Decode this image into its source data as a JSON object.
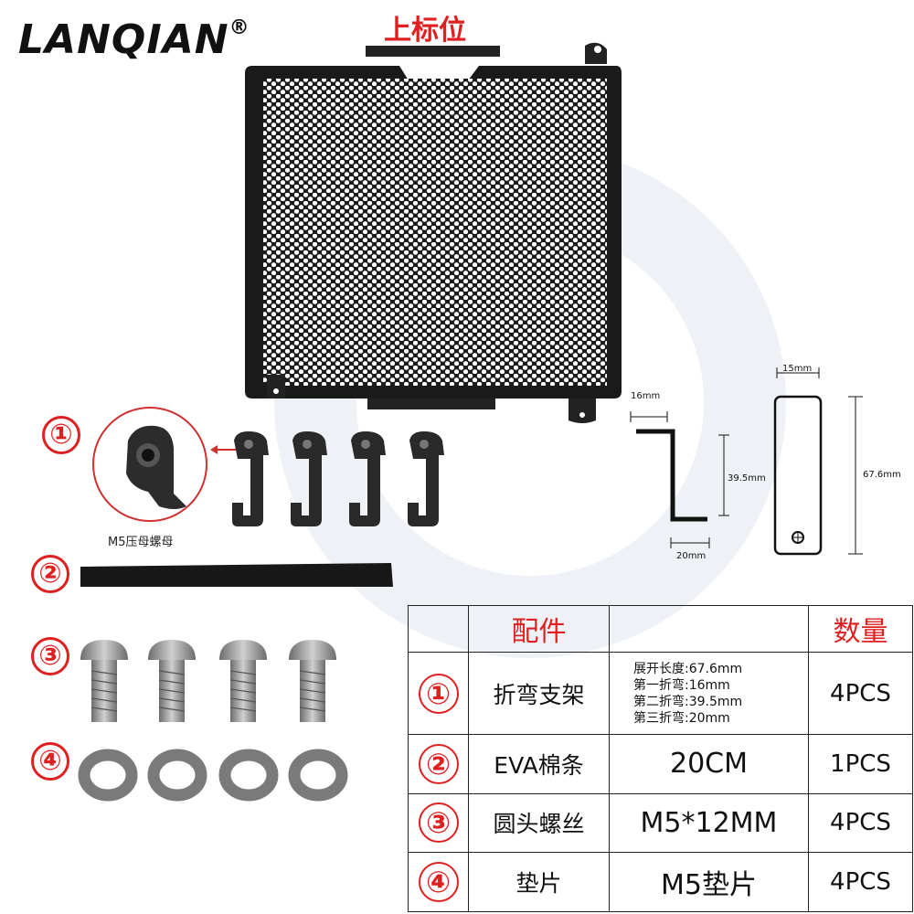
{
  "brand": {
    "name": "LANQIAN",
    "mark": "®"
  },
  "top_label": "上标位",
  "callouts": {
    "c1": "①",
    "c2": "②",
    "c3": "③",
    "c4": "④"
  },
  "nut_caption": "M5压母螺母",
  "dimensions": {
    "top_width": "15mm",
    "first_bend": "16mm",
    "second_bend": "39.5mm",
    "third_bend": "20mm",
    "length": "67.6mm"
  },
  "table": {
    "header_part": "配件",
    "header_qty": "数量",
    "rows": [
      {
        "num": "①",
        "name": "折弯支架",
        "spec_lines": [
          "展开长度:67.6mm",
          "第一折弯:16mm",
          "第二折弯:39.5mm",
          "第三折弯:20mm"
        ],
        "qty": "4PCS"
      },
      {
        "num": "②",
        "name": "EVA棉条",
        "spec": "20CM",
        "qty": "1PCS"
      },
      {
        "num": "③",
        "name": "圆头螺丝",
        "spec": "M5*12MM",
        "qty": "4PCS"
      },
      {
        "num": "④",
        "name": "垫片",
        "spec": "M5垫片",
        "qty": "4PCS"
      }
    ]
  },
  "colors": {
    "accent": "#e02020",
    "grille": "#1a1a1a",
    "metal": "#9a9a9a"
  }
}
